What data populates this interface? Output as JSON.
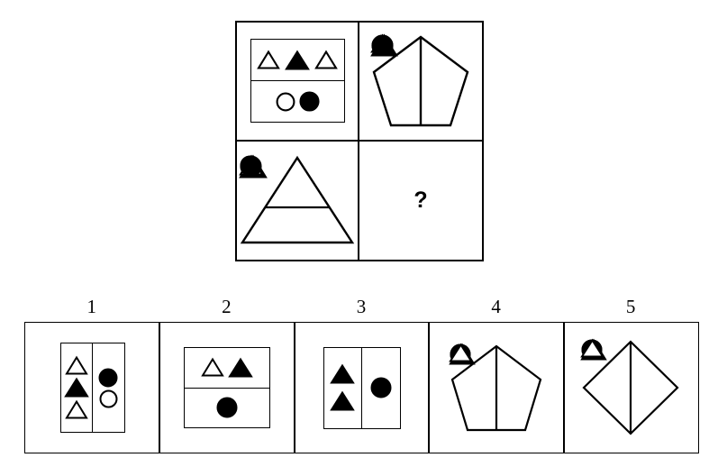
{
  "puzzle": {
    "type": "visual-analogy-matrix",
    "question_mark": "?",
    "matrix": {
      "rows": 2,
      "cols": 2,
      "cells": [
        {
          "id": "cell-1-1",
          "container": "rectangle",
          "split": "horizontal",
          "parts": [
            {
              "name": "top",
              "shapes": [
                "triangle-outline",
                "triangle-filled",
                "triangle-outline"
              ]
            },
            {
              "name": "bottom",
              "shapes": [
                "circle-outline",
                "circle-filled"
              ]
            }
          ]
        },
        {
          "id": "cell-1-2",
          "container": "pentagon",
          "split": "vertical",
          "parts": [
            {
              "name": "left",
              "shapes": [
                "triangle-filled",
                "triangle-outline"
              ]
            },
            {
              "name": "right",
              "shapes": [
                "circle-filled",
                "circle-filled"
              ]
            }
          ]
        },
        {
          "id": "cell-2-1",
          "container": "triangle",
          "split": "horizontal",
          "parts": [
            {
              "name": "top",
              "shapes": [
                "triangle-filled",
                "triangle-outline"
              ]
            },
            {
              "name": "bottom",
              "shapes": [
                "circle-outline",
                "circle-filled"
              ]
            }
          ]
        },
        {
          "id": "cell-2-2",
          "container": "none",
          "split": "none",
          "parts": [],
          "label": "?"
        }
      ]
    },
    "answers": {
      "labels": [
        "1",
        "2",
        "3",
        "4",
        "5"
      ],
      "options": [
        {
          "number": "1",
          "container": "rectangle",
          "split": "vertical",
          "parts": [
            {
              "name": "left",
              "shapes": [
                "triangle-outline",
                "triangle-filled",
                "triangle-outline"
              ]
            },
            {
              "name": "right",
              "shapes": [
                "circle-filled",
                "circle-outline"
              ]
            }
          ]
        },
        {
          "number": "2",
          "container": "rectangle",
          "split": "horizontal",
          "parts": [
            {
              "name": "top",
              "shapes": [
                "triangle-outline",
                "triangle-filled"
              ]
            },
            {
              "name": "bottom",
              "shapes": [
                "circle-filled"
              ]
            }
          ]
        },
        {
          "number": "3",
          "container": "rectangle",
          "split": "vertical",
          "parts": [
            {
              "name": "left",
              "shapes": [
                "triangle-filled",
                "triangle-filled"
              ]
            },
            {
              "name": "right",
              "shapes": [
                "circle-filled"
              ]
            }
          ]
        },
        {
          "number": "4",
          "container": "pentagon",
          "split": "vertical",
          "parts": [
            {
              "name": "left",
              "shapes": [
                "circle-filled",
                "circle-filled"
              ]
            },
            {
              "name": "right",
              "shapes": [
                "triangle-filled",
                "triangle-outline"
              ]
            }
          ]
        },
        {
          "number": "5",
          "container": "diamond",
          "split": "vertical",
          "parts": [
            {
              "name": "left",
              "shapes": [
                "circle-filled",
                "circle-filled"
              ]
            },
            {
              "name": "right",
              "shapes": [
                "triangle-filled",
                "triangle-outline"
              ]
            }
          ]
        }
      ]
    },
    "colors": {
      "stroke": "#000000",
      "fill": "#000000",
      "background": "#ffffff"
    }
  }
}
